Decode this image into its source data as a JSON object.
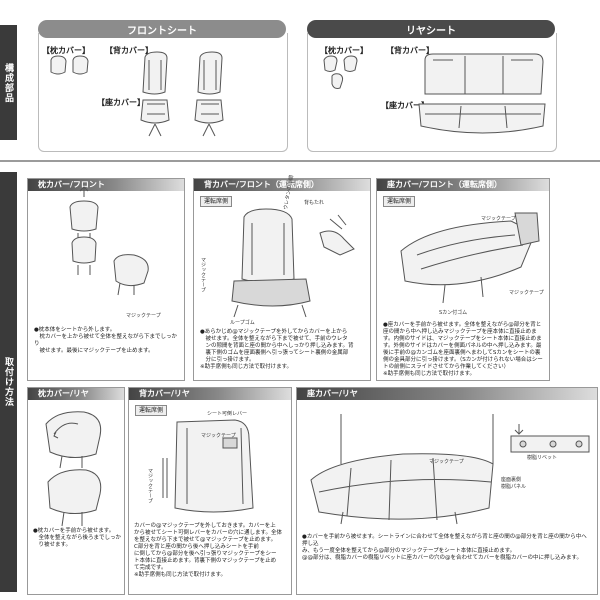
{
  "sidebar": {
    "composition": "構成部品",
    "installation": "取付け方法"
  },
  "parts": {
    "front_title": "フロントシート",
    "rear_title": "リヤシート",
    "front_headrest": "【枕カバー】",
    "front_back": "【背カバー】",
    "front_seat": "【座カバー】",
    "rear_headrest": "【枕カバー】",
    "rear_back": "【背カバー】",
    "rear_seat": "【座カバー】"
  },
  "panels": {
    "p1": {
      "title": "枕カバー/フロント",
      "tape_label": "マジックテープ",
      "note": "●枕本体をシートから外します。\n　枕カバーを上から被せて全体を整えながら下までしっかり\n　被せます。最後にマジックテープを止めます。"
    },
    "p2": {
      "title": "背カバー/フロント（運転席側）",
      "tag": "運転席側",
      "label_a": "背もたれ",
      "label_b": "ウレタンの隙間",
      "label_c": "マジックテープ",
      "label_d": "ループゴム",
      "note": "●あらかじめ@マジックテープを外してからカバーを上から\n　被せます。全体を整えながら下まで被せて、手前のウレタ\n　ンの隙間を背面と座の間から中へしっかり押し込みます。背\n　裏下側のゴムを座面裏側へ引っ張ってシート裏側の金属部\n　分に引っ掛けます。\n※助手席側も同じ方法で取付けます。"
    },
    "p3": {
      "title": "座カバー/フロント（運転席側）",
      "tag": "運転席側",
      "label_a": "マジックテープ",
      "label_b": "マジックテープ",
      "label_c": "Sカン付ゴム",
      "note": "●座カバーを手前から被せます。全体を整えながら@部分を背と座の間から中へ押し込みマジックテープを座本体に直接止めます。内側のサイドは、マジックテープをシート本体に直接止めます。外側のサイドはカバーを側面パネルの中へ押し込みます。最後に手前の@カンゴムを座面裏側へまわしてSカンをシートの裏側の金具部分に引っ掛けます。（Sカンが付けられない場合はシートの前側にスライドさせてから作業してください）\n※助手席側も同じ方法で取付けます。"
    },
    "p4": {
      "title": "枕カバー/リヤ",
      "note": "●枕カバーを手前から被せます。\n　全体を整えながら後ろまでしっか\n　り被せます。"
    },
    "p5": {
      "title": "背カバー/リヤ",
      "tag": "運転席側",
      "label_a": "シート可倒レバー",
      "label_b": "マジックテープ",
      "label_c": "マジックテープ",
      "note": "カバーの@マジックテープを外しておきます。カバーを上\nから被せてシート可倒レバーをカバーの穴に通します。全体\nを整えながら下まで被せて@マジックテープを止めます。\nC部分を背と座の間から後へ押し込みシートを手前\nに倒してから@部分を後へ引っ張りマジックテープをシー\nト本体に直接止めます。背裏下側のマジックテープを止め\nて完成です。\n※助手席側も同じ方法で取付けます。"
    },
    "p6": {
      "title": "座カバー/リヤ",
      "label_a": "マジックテープ",
      "label_b": "座面裏側\n樹脂パネル",
      "label_c": "樹脂リベット",
      "note": "●カバーを手前から被せます。シートラインに合わせて全体を整えながら背と座の間の@部分を背と座の間から中へ押し込\nみ、もう一度全体を整えてから@部分のマジックテープをシート本体に直接止めます。\n@@部分は、樹脂カバーの樹脂リベットに座カバーの穴の@を合わせてカバーを樹脂カバーの中に押し込みます。"
    }
  },
  "colors": {
    "front_pill": "#8c8c8c",
    "rear_pill": "#4a4a4a",
    "sidebar": "#3a3a3a"
  }
}
